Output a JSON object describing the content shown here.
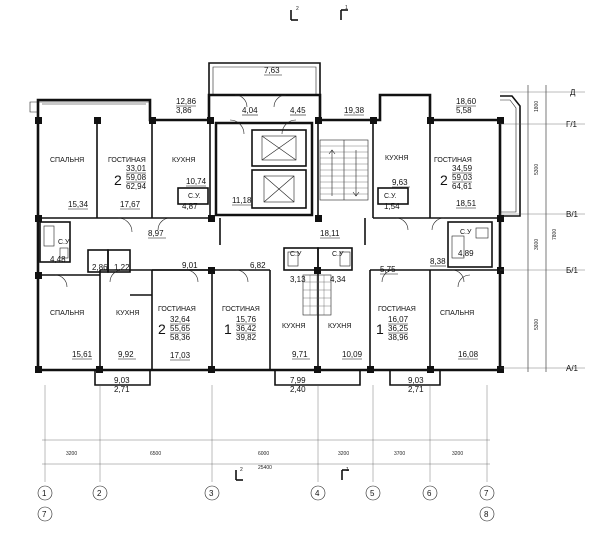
{
  "section_marks": {
    "left": "2",
    "right": "1",
    "bottom_left": "2",
    "bottom_right": "1"
  },
  "axes_top": [
    {
      "label": "Д"
    },
    {
      "label": "Г/1"
    },
    {
      "label": "В/1"
    },
    {
      "label": "Б/1"
    },
    {
      "label": "А/1"
    }
  ],
  "axes_bottom": [
    "1",
    "2",
    "3",
    "4",
    "5",
    "6",
    "7"
  ],
  "axes_bottom_extra": {
    "left": "7",
    "right": "8"
  },
  "dims_right": [
    "1800",
    "5300",
    "7800",
    "3600",
    "5300"
  ],
  "dims_bottom": [
    "3200",
    "6500",
    "6000",
    "3200",
    "3700",
    "3200"
  ],
  "dims_total": "25400",
  "rooms": [
    {
      "id": "spalnya-tl",
      "name": "СПАЛЬНЯ",
      "area": "15,34"
    },
    {
      "id": "gostinaya-tl",
      "name": "ГОСТИНАЯ",
      "num": "2",
      "a1": "33,01",
      "a2": "59,08",
      "a3": "62,94",
      "area": "17,67"
    },
    {
      "id": "kuhnya-tl",
      "name": "КУХНЯ",
      "area": "10,74"
    },
    {
      "id": "kuhnya-tr",
      "name": "КУХНЯ",
      "area": "9,63"
    },
    {
      "id": "gostinaya-tr",
      "name": "ГОСТИНАЯ",
      "num": "2",
      "a1": "34,59",
      "a2": "59,03",
      "a3": "64,61",
      "area": "18,51"
    },
    {
      "id": "spalnya-bl",
      "name": "СПАЛЬНЯ",
      "area": "15,61"
    },
    {
      "id": "kuhnya-bl",
      "name": "КУХНЯ",
      "area": "9,92"
    },
    {
      "id": "gostinaya-bl",
      "name": "ГОСТИНАЯ",
      "num": "2",
      "a1": "32,64",
      "a2": "55,65",
      "a3": "58,36",
      "area": "17,03"
    },
    {
      "id": "gostinaya-bm",
      "name": "ГОСТИНАЯ",
      "num": "1",
      "a1": "15,76",
      "a2": "36,42",
      "a3": "39,82"
    },
    {
      "id": "kuhnya-bm1",
      "name": "КУХНЯ",
      "area": "9,71"
    },
    {
      "id": "kuhnya-bm2",
      "name": "КУХНЯ",
      "area": "10,09"
    },
    {
      "id": "gostinaya-br",
      "name": "ГОСТИНАЯ",
      "num": "1",
      "a1": "16,07",
      "a2": "36,25",
      "a3": "38,96"
    },
    {
      "id": "spalnya-br",
      "name": "СПАЛЬНЯ",
      "area": "16,08"
    }
  ],
  "su_label": "С.У.",
  "su_label2": "С.У",
  "areas": {
    "balc_top": "7,63",
    "balc_tl_a": "12,86",
    "balc_tl_b": "3,86",
    "balc_tr_a": "18,60",
    "balc_tr_b": "5,58",
    "hall_404": "4,04",
    "hall_445": "4,45",
    "stair_1938": "19,38",
    "lift_1118": "11,18",
    "corr_1811": "18,11",
    "corr_897": "8,97",
    "su_tl": "4,87",
    "su_tr": "1,54",
    "bath_l": "4,48",
    "s286": "2,86",
    "s122": "1,22",
    "hall_901": "9,01",
    "hall_682": "6,82",
    "hall_575": "5,75",
    "s838": "8,38",
    "bath_r": "4,89",
    "s313": "3,13",
    "s434": "4,34",
    "loggia_bl_a": "9,03",
    "loggia_bl_b": "2,71",
    "loggia_bm_a": "7,99",
    "loggia_bm_b": "2,40",
    "loggia_br_a": "9,03",
    "loggia_br_b": "2,71"
  }
}
